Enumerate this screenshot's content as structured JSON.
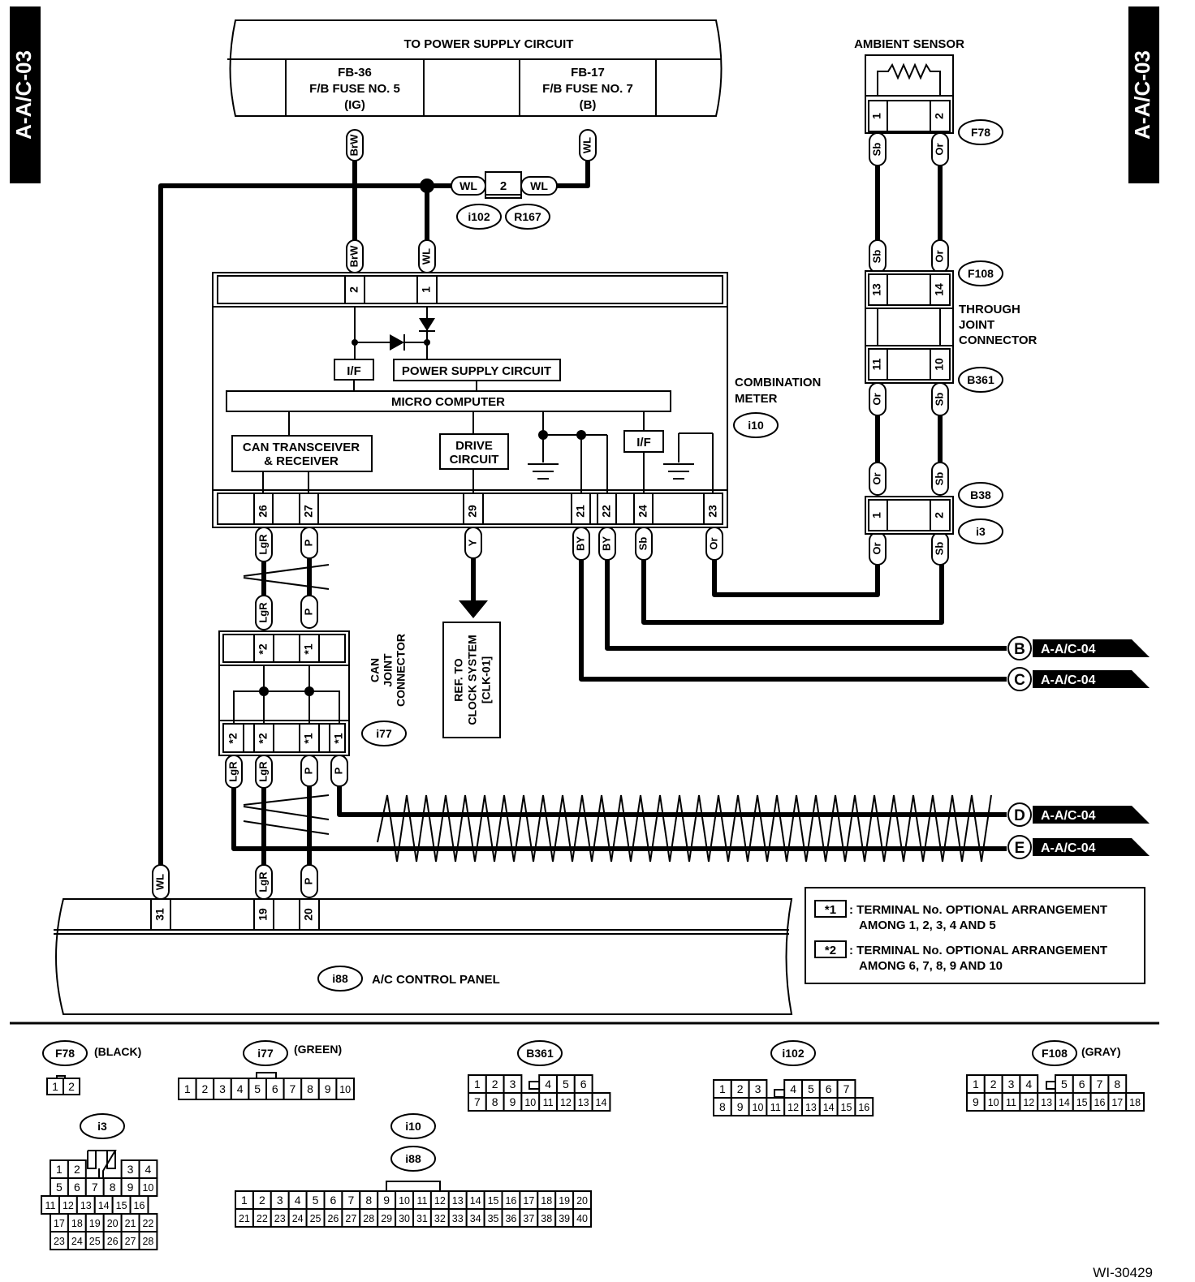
{
  "page_tag": "A-A/C-03",
  "power_supply": {
    "title": "TO POWER SUPPLY CIRCUIT",
    "fuse1": [
      "FB-36",
      "F/B FUSE NO. 5",
      "(IG)"
    ],
    "fuse2": [
      "FB-17",
      "F/B FUSE NO. 7",
      "(B)"
    ]
  },
  "splice": {
    "left_wire": "WL",
    "pin": "2",
    "right_wire": "WL",
    "connectors": [
      "i102",
      "R167"
    ]
  },
  "meter": {
    "name": [
      "COMBINATION",
      "METER"
    ],
    "connector": "i10",
    "top_pins": [
      {
        "pin": "2",
        "wire": "BrW"
      },
      {
        "pin": "1",
        "wire": "WL"
      }
    ],
    "bottom_pins": [
      {
        "pin": "26",
        "wire": "LgR"
      },
      {
        "pin": "27",
        "wire": "P"
      },
      {
        "pin": "29",
        "wire": "Y"
      },
      {
        "pin": "21",
        "wire": "BY"
      },
      {
        "pin": "22",
        "wire": "BY"
      },
      {
        "pin": "24",
        "wire": "Sb"
      },
      {
        "pin": "23",
        "wire": "Or"
      }
    ],
    "blocks": {
      "if1": "I/F",
      "power": "POWER SUPPLY CIRCUIT",
      "micro": "MICRO COMPUTER",
      "can": [
        "CAN TRANSCEIVER",
        "& RECEIVER"
      ],
      "drive": [
        "DRIVE",
        "CIRCUIT"
      ],
      "if2": "I/F"
    }
  },
  "ambient_sensor": {
    "title": "AMBIENT SENSOR",
    "connector": "F78",
    "pins": [
      "1",
      "2"
    ],
    "wires": [
      "Sb",
      "Or"
    ]
  },
  "through_joint": {
    "label": [
      "THROUGH",
      "JOINT",
      "CONNECTOR"
    ],
    "f108": {
      "name": "F108",
      "pins": [
        "13",
        "14"
      ],
      "wires": [
        "Sb",
        "Or"
      ]
    },
    "b361": {
      "name": "B361",
      "pins": [
        "11",
        "10"
      ],
      "wires": [
        "Or",
        "Sb"
      ]
    }
  },
  "b38": {
    "names": [
      "B38",
      "i3"
    ],
    "pins": [
      "1",
      "2"
    ],
    "wires_top": [
      "Or",
      "Sb"
    ],
    "wires_bottom": [
      "Or",
      "Sb"
    ]
  },
  "can_joint": {
    "label": [
      "CAN",
      "JOINT",
      "CONNECTOR"
    ],
    "connector": "i77",
    "top_pins": [
      "*2",
      "*1"
    ],
    "top_wires": [
      "LgR",
      "P"
    ],
    "bottom_pins": [
      "*2",
      "*2",
      "*1",
      "*1"
    ],
    "bottom_wires": [
      "LgR",
      "LgR",
      "P",
      "P"
    ]
  },
  "clock_ref": [
    "REF. TO",
    "CLOCK SYSTEM",
    "[CLK-01]"
  ],
  "clock_wire": "Y",
  "off_page": [
    {
      "letter": "B",
      "ref": "A-A/C-04"
    },
    {
      "letter": "C",
      "ref": "A-A/C-04"
    },
    {
      "letter": "D",
      "ref": "A-A/C-04"
    },
    {
      "letter": "E",
      "ref": "A-A/C-04"
    }
  ],
  "control_panel": {
    "connector": "i88",
    "name": "A/C CONTROL PANEL",
    "pins": [
      {
        "pin": "31",
        "wire": "WL"
      },
      {
        "pin": "19",
        "wire": "LgR"
      },
      {
        "pin": "20",
        "wire": "P"
      }
    ]
  },
  "notes": [
    {
      "mark": "*1",
      "lines": [
        ": TERMINAL No. OPTIONAL ARRANGEMENT",
        "AMONG 1, 2, 3, 4 AND 5"
      ]
    },
    {
      "mark": "*2",
      "lines": [
        ": TERMINAL No. OPTIONAL ARRANGEMENT",
        "AMONG 6, 7, 8, 9 AND 10"
      ]
    }
  ],
  "connector_views": {
    "f78": {
      "name": "F78",
      "color": "(BLACK)",
      "rows": [
        [
          "1",
          "2"
        ]
      ]
    },
    "i77": {
      "name": "i77",
      "color": "(GREEN)",
      "rows": [
        [
          "1",
          "2",
          "3",
          "4",
          "5",
          "6",
          "7",
          "8",
          "9",
          "10"
        ]
      ]
    },
    "b361": {
      "name": "B361",
      "rows": [
        [
          "1",
          "2",
          "3",
          "",
          "4",
          "5",
          "6"
        ],
        [
          "7",
          "8",
          "9",
          "10",
          "11",
          "12",
          "13",
          "14"
        ]
      ]
    },
    "i102": {
      "name": "i102",
      "rows": [
        [
          "1",
          "2",
          "3",
          "",
          "4",
          "5",
          "6",
          "7"
        ],
        [
          "8",
          "9",
          "10",
          "11",
          "12",
          "13",
          "14",
          "15",
          "16"
        ]
      ]
    },
    "f108": {
      "name": "F108",
      "color": "(GRAY)",
      "rows": [
        [
          "1",
          "2",
          "3",
          "4",
          "",
          "5",
          "6",
          "7",
          "8"
        ],
        [
          "9",
          "10",
          "11",
          "12",
          "13",
          "14",
          "15",
          "16",
          "17",
          "18"
        ]
      ]
    },
    "i3": {
      "name": "i3",
      "rows": [
        [
          "1",
          "2",
          "3",
          "4"
        ],
        [
          "5",
          "6",
          "7",
          "8",
          "9",
          "10"
        ],
        [
          "11",
          "12",
          "13",
          "14",
          "15",
          "16"
        ],
        [
          "17",
          "18",
          "19",
          "20",
          "21",
          "22"
        ],
        [
          "23",
          "24",
          "25",
          "26",
          "27",
          "28"
        ]
      ]
    },
    "i10": {
      "names": [
        "i10",
        "i88"
      ],
      "rows": [
        [
          "1",
          "2",
          "3",
          "4",
          "5",
          "6",
          "7",
          "8",
          "9",
          "10",
          "11",
          "12",
          "13",
          "14",
          "15",
          "16",
          "17",
          "18",
          "19",
          "20"
        ],
        [
          "21",
          "22",
          "23",
          "24",
          "25",
          "26",
          "27",
          "28",
          "29",
          "30",
          "31",
          "32",
          "33",
          "34",
          "35",
          "36",
          "37",
          "38",
          "39",
          "40"
        ]
      ]
    }
  },
  "figure_id": "WI-30429"
}
